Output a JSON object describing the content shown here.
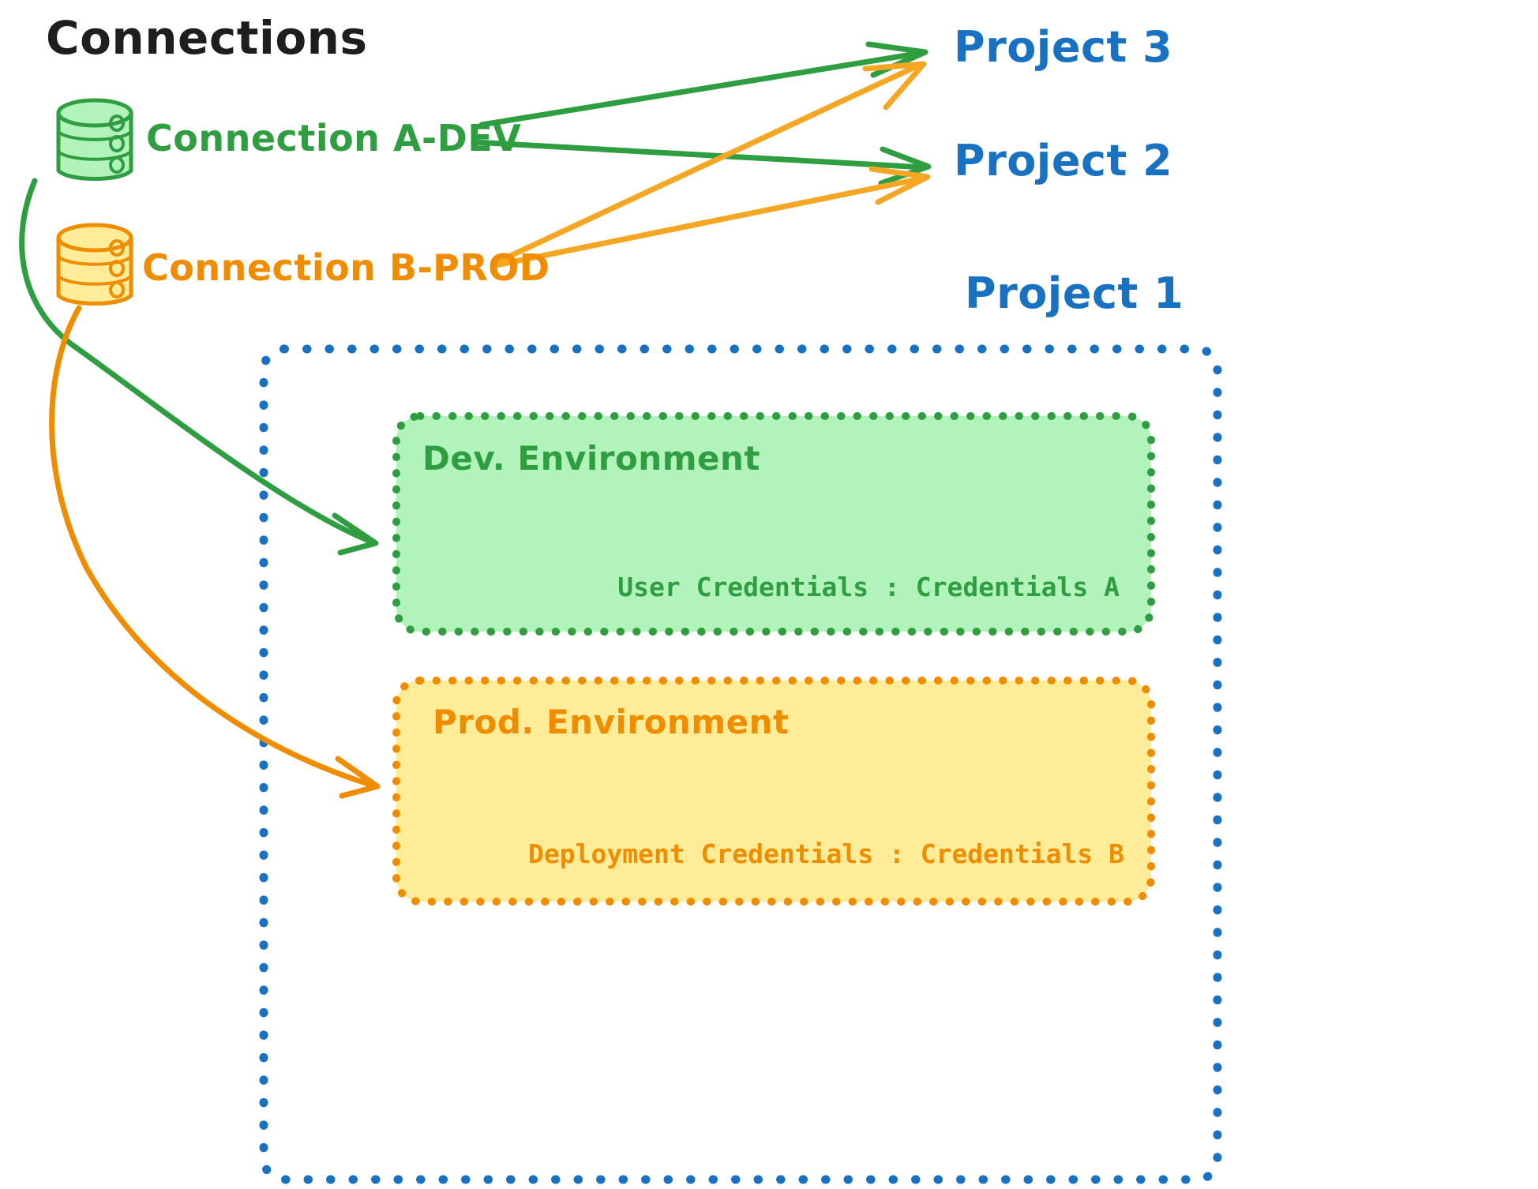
{
  "diagram": {
    "title": "Connections",
    "colors": {
      "title": "#1e1e1e",
      "dev_green": "#2f9e41",
      "dev_green_fill": "#b2f2bb",
      "prod_orange": "#f08c00",
      "prod_orange_fill": "#ffec99",
      "project_blue": "#1971c2",
      "background": "#ffffff"
    },
    "connections": [
      {
        "id": "a-dev",
        "label": "Connection A-DEV",
        "icon": "database-cylinder-icon",
        "color": "#2f9e41"
      },
      {
        "id": "b-prod",
        "label": "Connection B-PROD",
        "icon": "database-cylinder-icon",
        "color": "#f08c00"
      }
    ],
    "projects": [
      {
        "id": "project-3",
        "label": "Project 3"
      },
      {
        "id": "project-2",
        "label": "Project 2"
      },
      {
        "id": "project-1",
        "label": "Project 1"
      }
    ],
    "project1_container": {
      "label": "Project 1",
      "border_style": "dotted",
      "border_color": "#1971c2",
      "environments": [
        {
          "id": "dev-environment",
          "title": "Dev. Environment",
          "credential_label": "User Credentials",
          "credential_separator": ":",
          "credential_value": "Credentials A",
          "credential_line": "User Credentials : Credentials A",
          "fill": "#b2f2bb",
          "border_color": "#2f9e41"
        },
        {
          "id": "prod-environment",
          "title": "Prod. Environment",
          "credential_label": "Deployment Credentials",
          "credential_separator": ":",
          "credential_value": "Credentials B",
          "credential_line": "Deployment Credentials : Credentials B",
          "fill": "#ffec99",
          "border_color": "#f08c00"
        }
      ]
    },
    "edges": [
      {
        "id": "a-dev-to-project-3",
        "from": "Connection A-DEV",
        "to": "Project 3",
        "color": "#2f9e41"
      },
      {
        "id": "a-dev-to-project-2",
        "from": "Connection A-DEV",
        "to": "Project 2",
        "color": "#2f9e41"
      },
      {
        "id": "a-dev-to-dev-environment",
        "from": "Connection A-DEV",
        "to": "Dev. Environment",
        "color": "#2f9e41"
      },
      {
        "id": "b-prod-to-project-3",
        "from": "Connection B-PROD",
        "to": "Project 3",
        "color": "#f08c00"
      },
      {
        "id": "b-prod-to-project-2",
        "from": "Connection B-PROD",
        "to": "Project 2",
        "color": "#f08c00"
      },
      {
        "id": "b-prod-to-prod-environment",
        "from": "Connection B-PROD",
        "to": "Prod. Environment",
        "color": "#f08c00"
      }
    ]
  }
}
